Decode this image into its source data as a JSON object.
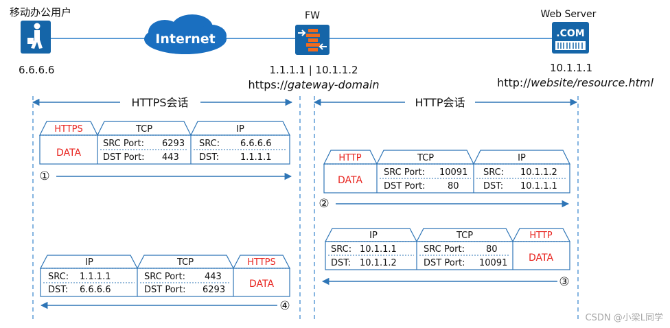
{
  "topology": {
    "user_label": "移动办公用户",
    "user_ip": "6.6.6.6",
    "internet_label": "Internet",
    "fw_label": "FW",
    "fw_ips": "1.1.1.1 | 10.1.1.2",
    "fw_url_scheme": "https://",
    "fw_url_path": "gateway-domain",
    "server_label": "Web Server",
    "server_badge": ".COM",
    "server_ip": "10.1.1.1",
    "server_url_scheme": "http://",
    "server_url_path": "website/resource.html"
  },
  "sessions": {
    "left_label": "HTTPS会话",
    "right_label": "HTTP会话"
  },
  "packets": {
    "p1": {
      "step": "①",
      "app_tab": "HTTPS",
      "data": "DATA",
      "tcp_tab": "TCP",
      "tcp_src_label": "SRC Port:",
      "tcp_src": "6293",
      "tcp_dst_label": "DST Port:",
      "tcp_dst": "443",
      "ip_tab": "IP",
      "ip_src_label": "SRC:",
      "ip_src": "6.6.6.6",
      "ip_dst_label": "DST:",
      "ip_dst": "1.1.1.1"
    },
    "p2": {
      "step": "②",
      "app_tab": "HTTP",
      "data": "DATA",
      "tcp_tab": "TCP",
      "tcp_src_label": "SRC Port:",
      "tcp_src": "10091",
      "tcp_dst_label": "DST Port:",
      "tcp_dst": "80",
      "ip_tab": "IP",
      "ip_src_label": "SRC:",
      "ip_src": "10.1.1.2",
      "ip_dst_label": "DST:",
      "ip_dst": "10.1.1.1"
    },
    "p3": {
      "step": "③",
      "ip_tab": "IP",
      "ip_src_label": "SRC:",
      "ip_src": "10.1.1.1",
      "ip_dst_label": "DST:",
      "ip_dst": "10.1.1.2",
      "tcp_tab": "TCP",
      "tcp_src_label": "SRC Port:",
      "tcp_src": "80",
      "tcp_dst_label": "DST Port:",
      "tcp_dst": "10091",
      "app_tab": "HTTP",
      "data": "DATA"
    },
    "p4": {
      "step": "④",
      "ip_tab": "IP",
      "ip_src_label": "SRC:",
      "ip_src": "1.1.1.1",
      "ip_dst_label": "DST:",
      "ip_dst": "6.6.6.6",
      "tcp_tab": "TCP",
      "tcp_src_label": "SRC Port:",
      "tcp_src": "443",
      "tcp_dst_label": "DST Port:",
      "tcp_dst": "6293",
      "app_tab": "HTTPS",
      "data": "DATA"
    }
  },
  "watermark": "CSDN @小梁L同学",
  "colors": {
    "line": "#2e75b6",
    "icon_blue": "#1565a8",
    "cloud": "#1a6fc0",
    "accent_red": "#e8231e",
    "fw_orange": "#f26b1d"
  }
}
